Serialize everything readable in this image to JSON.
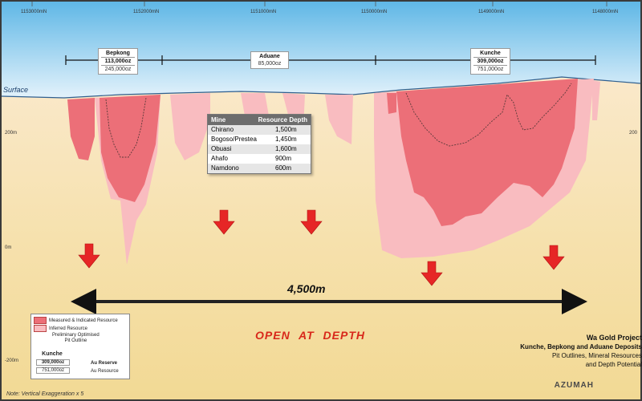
{
  "northings": [
    "1153000mN",
    "1152000mN",
    "1151000mN",
    "1150000mN",
    "1149000mN",
    "1148000mN"
  ],
  "elevations": [
    "200m",
    "0m",
    "-200m"
  ],
  "right_elevation": "200",
  "surface_label": "Surface",
  "deposits": [
    {
      "name": "Bepkong",
      "resource": "113,000oz",
      "reserve": "245,000oz"
    },
    {
      "name": "Aduane",
      "resource": "",
      "reserve": "85,000oz"
    },
    {
      "name": "Kunche",
      "resource": "309,000oz",
      "reserve": "751,000oz"
    }
  ],
  "mine_table": {
    "header_mine": "Mine",
    "header_depth": "Resource Depth",
    "rows": [
      {
        "mine": "Chirano",
        "depth": "1,500m"
      },
      {
        "mine": "Bogoso/Prestea",
        "depth": "1,450m"
      },
      {
        "mine": "Obuasi",
        "depth": "1,600m"
      },
      {
        "mine": "Ahafo",
        "depth": "900m"
      },
      {
        "mine": "Namdono",
        "depth": "600m"
      }
    ]
  },
  "distance_label": "4,500m",
  "open_at_depth": "OPEN AT DEPTH",
  "legend": {
    "measured": "Measured & Indicated Resource",
    "inferred": "Inferred Resource",
    "pit": "Preliminary Optimised",
    "pit2": "Pit Outline",
    "example_name": "Kunche",
    "example_reserve_value": "309,000oz",
    "example_resource_value": "751,000oz",
    "reserve_label": "Au Reserve",
    "resource_label": "Au Resource"
  },
  "project": {
    "title": "Wa Gold Project",
    "subtitle": "Kunche, Bepkong and Aduane Deposits",
    "line3": "Pit Outlines, Mineral Resources",
    "line4": "and Depth Potential"
  },
  "logo": "AZUMAH",
  "note": "Note: Vertical Exaggeration x 5",
  "colors": {
    "sky_top": "#63b9e6",
    "sky_bottom": "#dff0fa",
    "ground_top": "#fbe9d2",
    "ground_bottom": "#f3db9a",
    "measured": "#ef6f78",
    "inferred": "#f9bcc0",
    "arrow": "#e62626"
  }
}
